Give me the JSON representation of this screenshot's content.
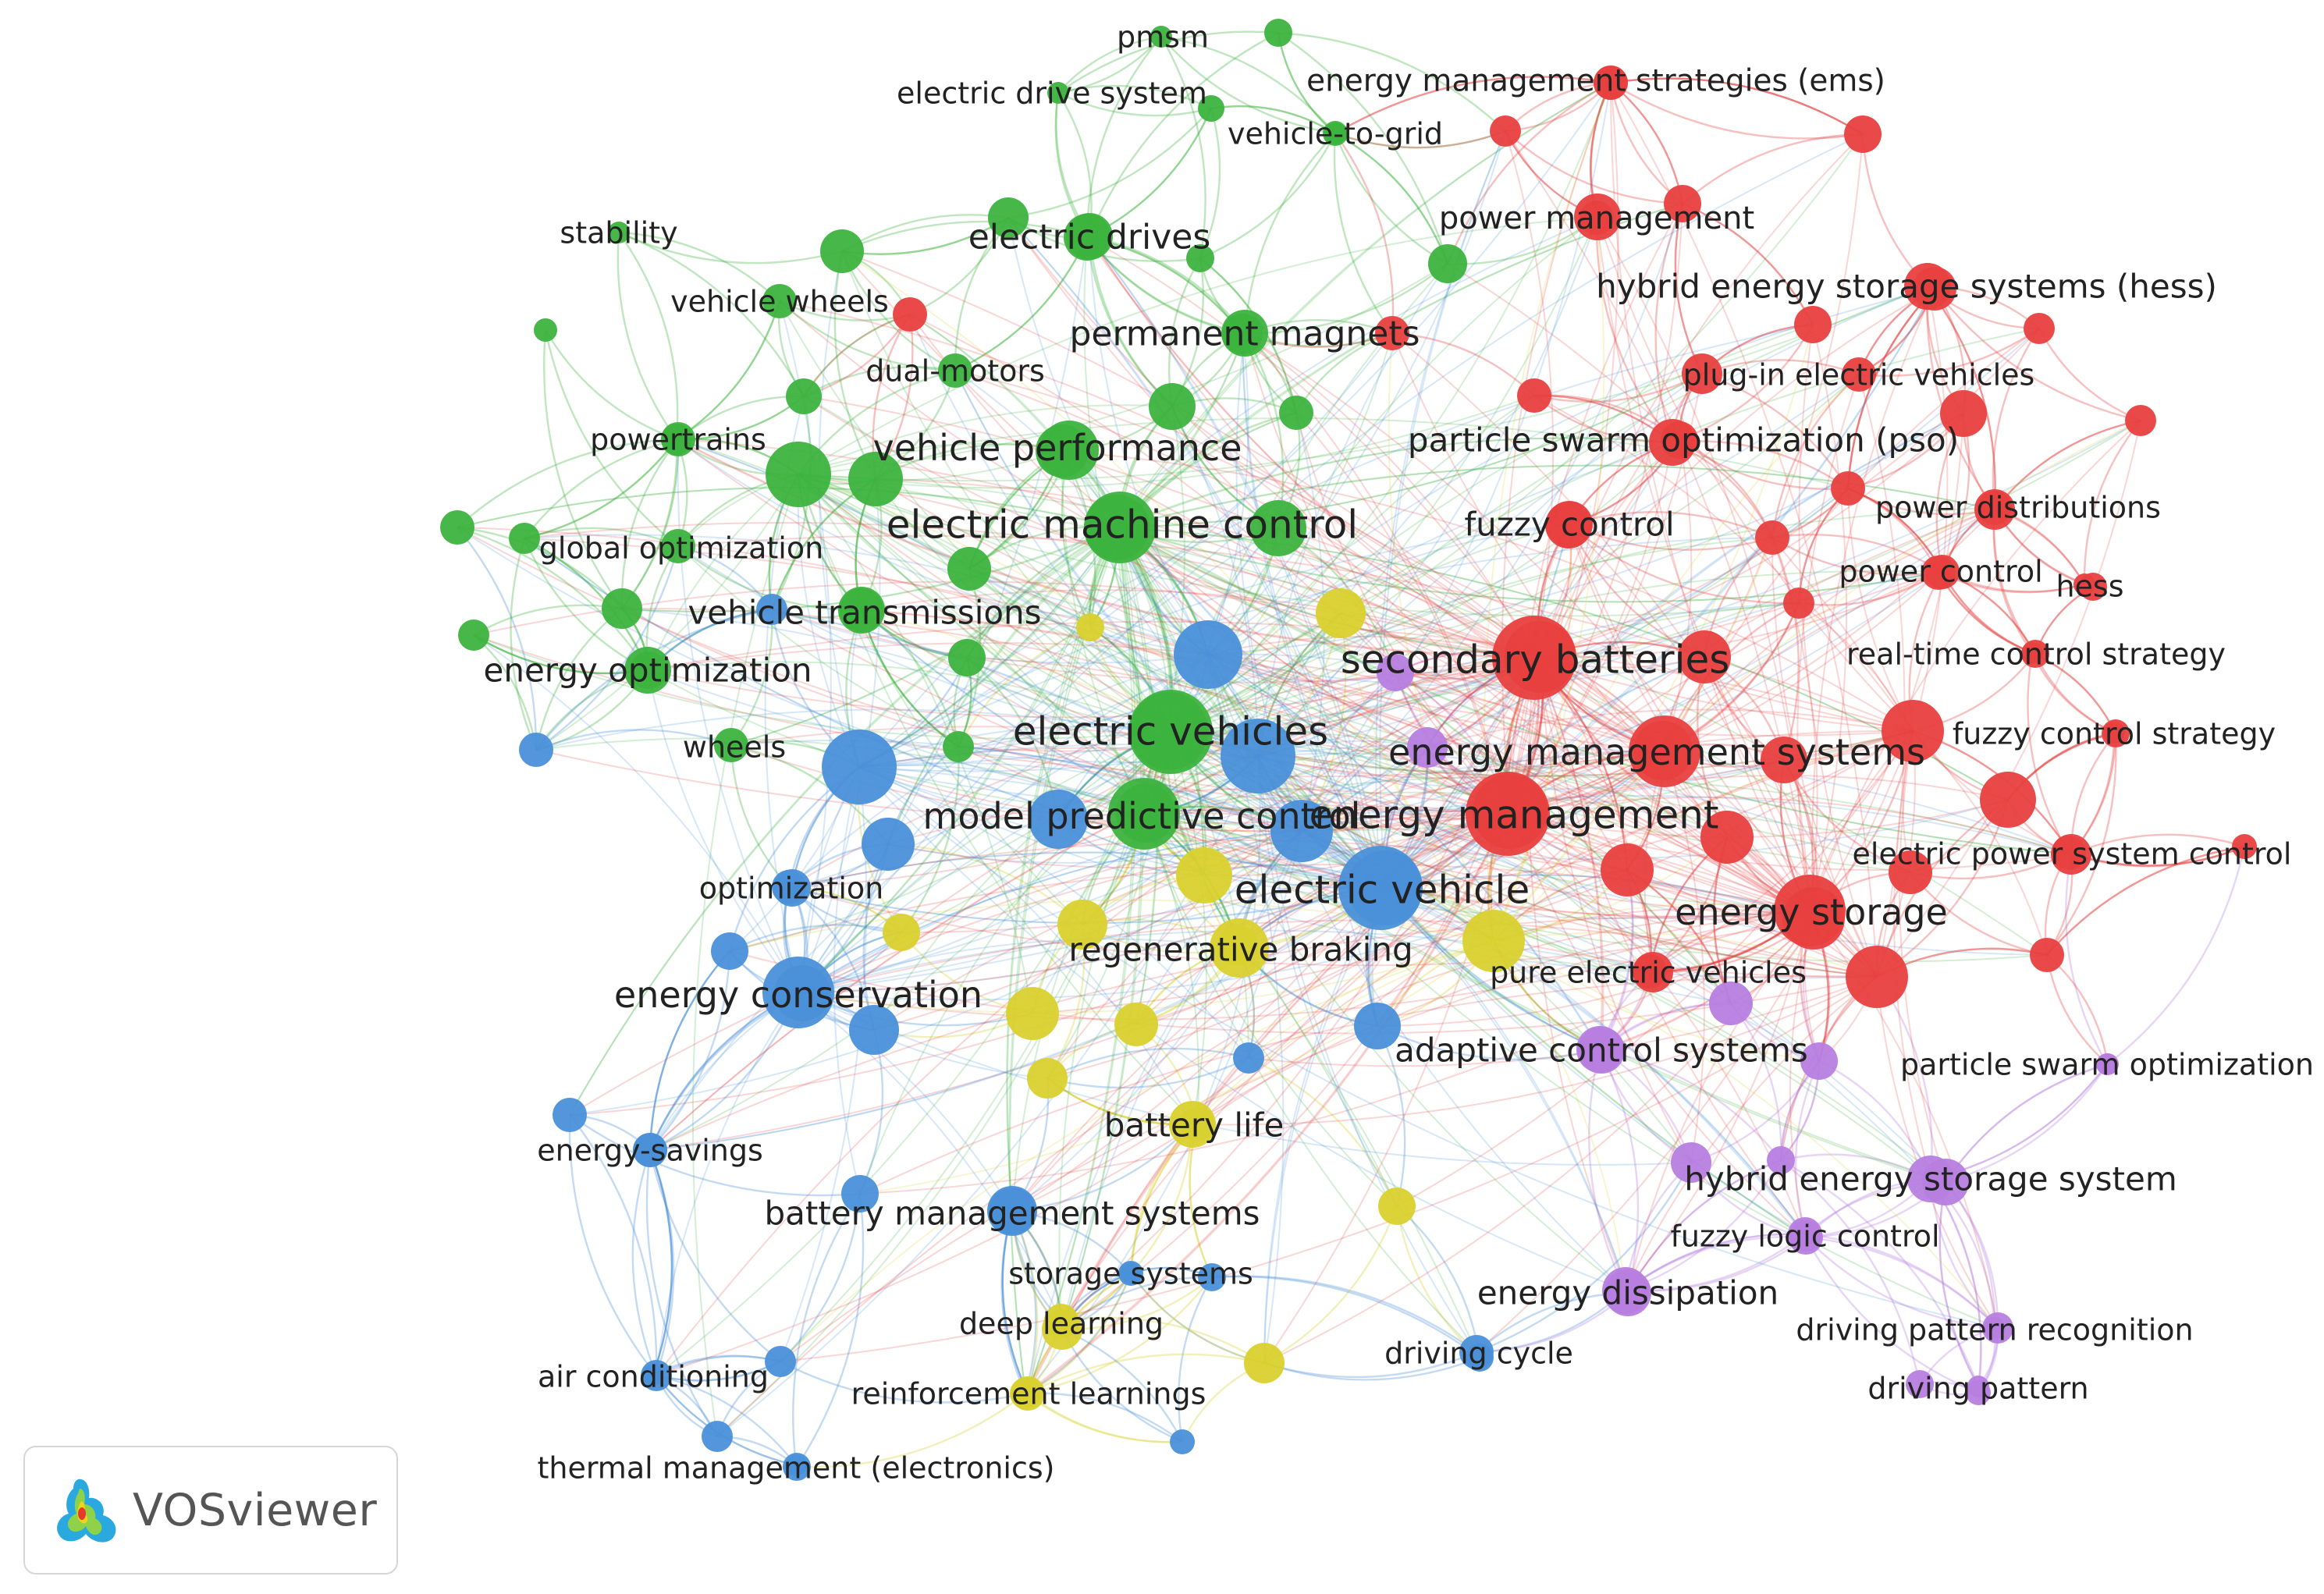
{
  "app": {
    "name": "VOSviewer"
  },
  "colors": {
    "cluster_red": "#e8403f",
    "cluster_green": "#3cb33e",
    "cluster_blue": "#4a90d9",
    "cluster_yellow": "#d9d12e",
    "cluster_purple": "#b77ee0"
  },
  "network": {
    "nodes": [
      {
        "id": "pmsm",
        "label": "pmsm",
        "cluster": "green",
        "weight": 1
      },
      {
        "id": "electric-drive-system",
        "label": "electric drive system",
        "cluster": "green",
        "weight": 1
      },
      {
        "id": "energy-management-strategies-ems",
        "label": "energy management strategies (ems)",
        "cluster": "red",
        "weight": 2
      },
      {
        "id": "vehicle-to-grid",
        "label": "vehicle-to-grid",
        "cluster": "green",
        "weight": 1
      },
      {
        "id": "stability",
        "label": "stability",
        "cluster": "green",
        "weight": 1
      },
      {
        "id": "electric-drives",
        "label": "electric drives",
        "cluster": "green",
        "weight": 3
      },
      {
        "id": "power-management",
        "label": "power management",
        "cluster": "red",
        "weight": 2
      },
      {
        "id": "vehicle-wheels",
        "label": "vehicle wheels",
        "cluster": "green",
        "weight": 2
      },
      {
        "id": "hybrid-energy-storage-systems-hess",
        "label": "hybrid energy storage systems (hess)",
        "cluster": "red",
        "weight": 3
      },
      {
        "id": "permanent-magnets",
        "label": "permanent magnets",
        "cluster": "green",
        "weight": 3
      },
      {
        "id": "dual-motors",
        "label": "dual-motors",
        "cluster": "green",
        "weight": 2
      },
      {
        "id": "plug-in-electric-vehicles",
        "label": "plug-in electric vehicles",
        "cluster": "red",
        "weight": 2
      },
      {
        "id": "powertrains",
        "label": "powertrains",
        "cluster": "green",
        "weight": 2
      },
      {
        "id": "vehicle-performance",
        "label": "vehicle performance",
        "cluster": "green",
        "weight": 4
      },
      {
        "id": "particle-swarm-optimization-pso",
        "label": "particle swarm optimization (pso)",
        "cluster": "red",
        "weight": 3
      },
      {
        "id": "electric-machine-control",
        "label": "electric machine control",
        "cluster": "green",
        "weight": 5
      },
      {
        "id": "fuzzy-control",
        "label": "fuzzy control",
        "cluster": "red",
        "weight": 3
      },
      {
        "id": "power-distributions",
        "label": "power distributions",
        "cluster": "red",
        "weight": 2
      },
      {
        "id": "global-optimization",
        "label": "global optimization",
        "cluster": "green",
        "weight": 2
      },
      {
        "id": "power-control",
        "label": "power control",
        "cluster": "red",
        "weight": 2
      },
      {
        "id": "hess",
        "label": "hess",
        "cluster": "red",
        "weight": 1
      },
      {
        "id": "vehicle-transmissions",
        "label": "vehicle transmissions",
        "cluster": "green",
        "weight": 3
      },
      {
        "id": "secondary-batteries",
        "label": "secondary batteries",
        "cluster": "red",
        "weight": 6
      },
      {
        "id": "real-time-control-strategy",
        "label": "real-time control strategy",
        "cluster": "red",
        "weight": 1
      },
      {
        "id": "energy-optimization",
        "label": "energy optimization",
        "cluster": "green",
        "weight": 3
      },
      {
        "id": "electric-vehicles",
        "label": "electric vehicles",
        "cluster": "green",
        "weight": 6
      },
      {
        "id": "fuzzy-control-strategy",
        "label": "fuzzy control strategy",
        "cluster": "red",
        "weight": 1
      },
      {
        "id": "wheels",
        "label": "wheels",
        "cluster": "green",
        "weight": 2
      },
      {
        "id": "energy-management-systems",
        "label": "energy management systems",
        "cluster": "red",
        "weight": 5
      },
      {
        "id": "model-predictive-control",
        "label": "model predictive control",
        "cluster": "green",
        "weight": 5
      },
      {
        "id": "energy-management",
        "label": "energy management",
        "cluster": "red",
        "weight": 6
      },
      {
        "id": "electric-power-system-control",
        "label": "electric power system control",
        "cluster": "red",
        "weight": 2
      },
      {
        "id": "electric-vehicle",
        "label": "electric vehicle",
        "cluster": "blue",
        "weight": 6
      },
      {
        "id": "optimization",
        "label": "optimization",
        "cluster": "blue",
        "weight": 2
      },
      {
        "id": "energy-storage",
        "label": "energy storage",
        "cluster": "red",
        "weight": 5
      },
      {
        "id": "regenerative-braking",
        "label": "regenerative braking",
        "cluster": "yellow",
        "weight": 4
      },
      {
        "id": "pure-electric-vehicles",
        "label": "pure electric vehicles",
        "cluster": "red",
        "weight": 2
      },
      {
        "id": "energy-conservation",
        "label": "energy conservation",
        "cluster": "blue",
        "weight": 5
      },
      {
        "id": "adaptive-control-systems",
        "label": "adaptive control systems",
        "cluster": "purple",
        "weight": 3
      },
      {
        "id": "particle-swarm-optimization",
        "label": "particle swarm optimization",
        "cluster": "purple",
        "weight": 1
      },
      {
        "id": "battery-life",
        "label": "battery life",
        "cluster": "yellow",
        "weight": 3
      },
      {
        "id": "energy-savings",
        "label": "energy-savings",
        "cluster": "blue",
        "weight": 2
      },
      {
        "id": "hybrid-energy-storage-system",
        "label": "hybrid energy storage system",
        "cluster": "purple",
        "weight": 3
      },
      {
        "id": "battery-management-systems",
        "label": "battery management systems",
        "cluster": "blue",
        "weight": 3
      },
      {
        "id": "fuzzy-logic-control",
        "label": "fuzzy logic control",
        "cluster": "purple",
        "weight": 2
      },
      {
        "id": "storage-systems",
        "label": "storage systems",
        "cluster": "blue",
        "weight": 1
      },
      {
        "id": "energy-dissipation",
        "label": "energy dissipation",
        "cluster": "purple",
        "weight": 3
      },
      {
        "id": "deep-learning",
        "label": "deep learning",
        "cluster": "yellow",
        "weight": 2
      },
      {
        "id": "driving-pattern-recognition",
        "label": "driving pattern recognition",
        "cluster": "purple",
        "weight": 1
      },
      {
        "id": "driving-cycle",
        "label": "driving cycle",
        "cluster": "blue",
        "weight": 2
      },
      {
        "id": "air-conditioning",
        "label": "air conditioning",
        "cluster": "blue",
        "weight": 1
      },
      {
        "id": "reinforcement-learnings",
        "label": "reinforcement learnings",
        "cluster": "yellow",
        "weight": 2
      },
      {
        "id": "driving-pattern",
        "label": "driving pattern",
        "cluster": "purple",
        "weight": 1
      },
      {
        "id": "thermal-management-electronics",
        "label": "thermal management (electronics)",
        "cluster": "blue",
        "weight": 1
      }
    ]
  }
}
